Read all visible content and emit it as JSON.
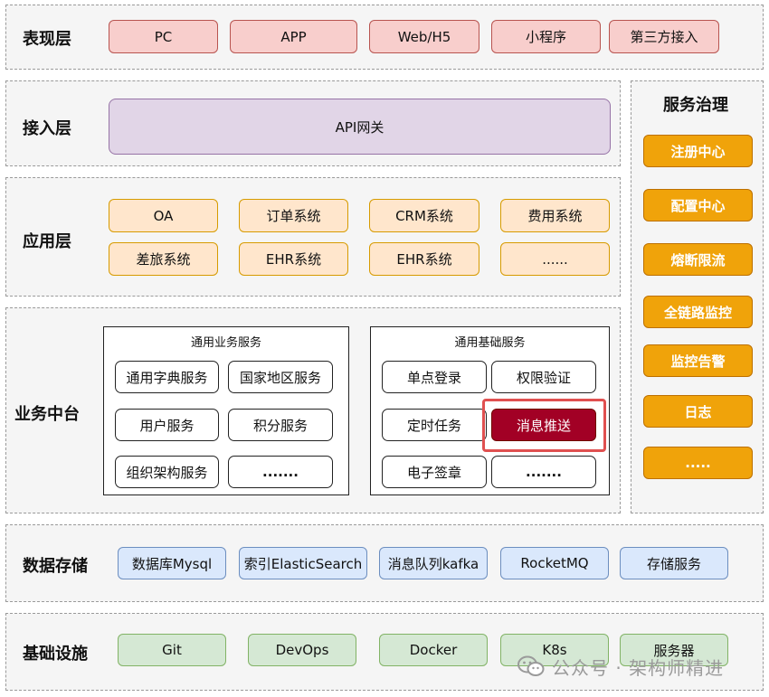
{
  "presentation": {
    "title": "表现层",
    "items": [
      "PC",
      "APP",
      "Web/H5",
      "小程序",
      "第三方接入"
    ]
  },
  "access": {
    "title": "接入层",
    "gateway": "API网关"
  },
  "application": {
    "title": "应用层",
    "row1": [
      "OA",
      "订单系统",
      "CRM系统",
      "费用系统"
    ],
    "row2": [
      "差旅系统",
      "EHR系统",
      "EHR系统",
      "......"
    ]
  },
  "middle": {
    "title": "业务中台",
    "business": {
      "title": "通用业务服务",
      "items": [
        "通用字典服务",
        "国家地区服务",
        "用户服务",
        "积分服务",
        "组织架构服务",
        "......."
      ]
    },
    "foundation": {
      "title": "通用基础服务",
      "items": [
        "单点登录",
        "权限验证",
        "定时任务",
        "消息推送",
        "电子签章",
        "......."
      ]
    }
  },
  "governance": {
    "title": "服务治理",
    "items": [
      "注册中心",
      "配置中心",
      "熔断限流",
      "全链路监控",
      "监控告警",
      "日志",
      "....."
    ]
  },
  "storage": {
    "title": "数据存储",
    "items": [
      "数据库Mysql",
      "索引ElasticSearch",
      "消息队列kafka",
      "RocketMQ",
      "存储服务"
    ]
  },
  "infra": {
    "title": "基础设施",
    "items": [
      "Git",
      "DevOps",
      "Docker",
      "K8s",
      "服务器"
    ]
  },
  "watermark": "公众号 · 架构师精进",
  "colors": {
    "highlight": "#e05050",
    "governance_orange": "#f0a30a",
    "emphasis_dark_red": "#a20025"
  }
}
